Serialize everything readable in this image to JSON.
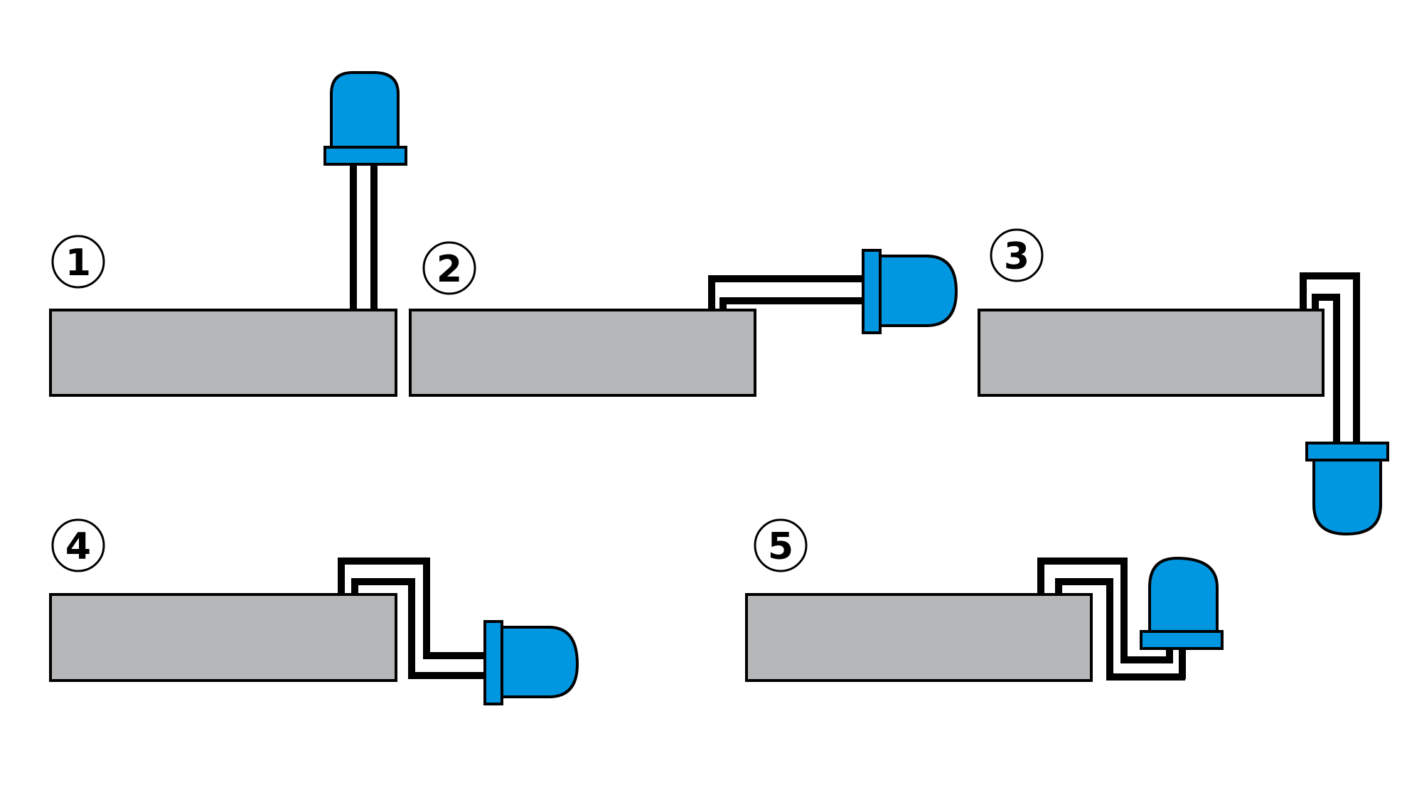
{
  "diagram": {
    "title": "LED lead bending orientations relative to PCB",
    "colors": {
      "board_fill": "#b6b7b9",
      "led_fill": "#0096e0",
      "outline": "#000000",
      "background": "#ffffff"
    },
    "panels": [
      {
        "id": 1,
        "label": "1",
        "description": "LED standing vertically above the board, leads straight down",
        "led_orientation": "up"
      },
      {
        "id": 2,
        "label": "2",
        "description": "Leads bent 90° so LED points right, level above the board edge",
        "led_orientation": "right"
      },
      {
        "id": 3,
        "label": "3",
        "description": "Leads bent over the board edge so LED hangs downward below the board",
        "led_orientation": "down"
      },
      {
        "id": 4,
        "label": "4",
        "description": "Leads bent over edge and down, LED points right beside the board",
        "led_orientation": "right"
      },
      {
        "id": 5,
        "label": "5",
        "description": "Leads bent over edge, down and back, LED stands upright beside the board",
        "led_orientation": "up"
      }
    ]
  }
}
